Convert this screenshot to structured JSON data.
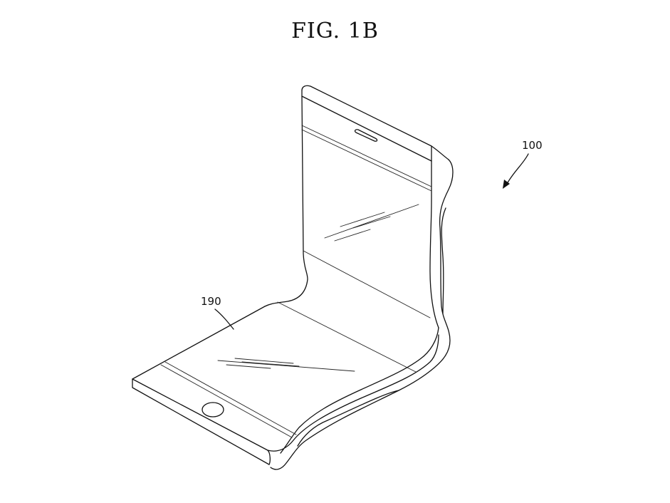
{
  "figure": {
    "title": "FIG. 1B"
  },
  "labels": {
    "device": "100",
    "display": "190"
  }
}
